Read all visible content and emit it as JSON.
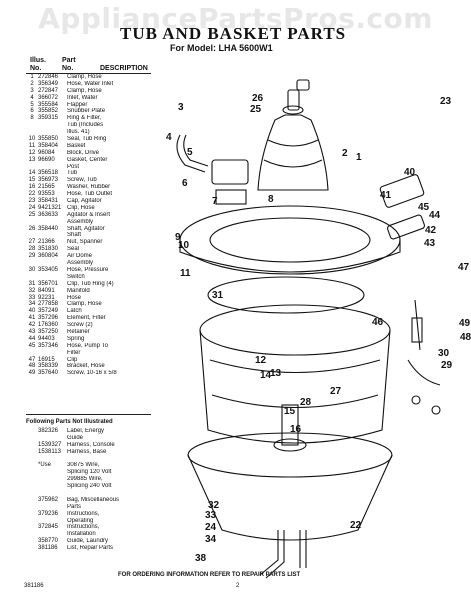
{
  "watermark": "AppliancePartsPros.com",
  "title": "TUB AND BASKET PARTS",
  "model_line": "For Model: LHA 5600W1",
  "headers": {
    "illus": "Illus.",
    "illus2": "No.",
    "part": "Part",
    "part2": "No.",
    "desc": "DESCRIPTION"
  },
  "parts": [
    {
      "n": "1",
      "p": "272846",
      "d": "Clamp, Hose"
    },
    {
      "n": "2",
      "p": "356349",
      "d": "Hose, Water Inlet"
    },
    {
      "n": "3",
      "p": "272847",
      "d": "Clamp, Hose"
    },
    {
      "n": "4",
      "p": "366072",
      "d": "Inlet, Water"
    },
    {
      "n": "5",
      "p": "355584",
      "d": "Flapper"
    },
    {
      "n": "6",
      "p": "355852",
      "d": "Snubber Plate"
    },
    {
      "n": "8",
      "p": "359315",
      "d": "Ring & Filter,"
    },
    {
      "n": "",
      "p": "",
      "d": "Tub (Includes"
    },
    {
      "n": "",
      "p": "",
      "d": "Illus. 41)"
    },
    {
      "n": "10",
      "p": "355850",
      "d": "Seal, Tub Ring"
    },
    {
      "n": "11",
      "p": "358404",
      "d": "Basket"
    },
    {
      "n": "12",
      "p": "96084",
      "d": "Block, Drive"
    },
    {
      "n": "13",
      "p": "96690",
      "d": "Gasket, Center"
    },
    {
      "n": "",
      "p": "",
      "d": "Post"
    },
    {
      "n": "14",
      "p": "356518",
      "d": "Tub"
    },
    {
      "n": "15",
      "p": "356973",
      "d": "Screw, Tub"
    },
    {
      "n": "16",
      "p": "21565",
      "d": "Washer, Rubber"
    },
    {
      "n": "22",
      "p": "93553",
      "d": "Hose, Tub Outlet"
    },
    {
      "n": "23",
      "p": "358431",
      "d": "Cap, Agitator"
    },
    {
      "n": "24",
      "p": "9421321",
      "d": "Clip, Hose"
    },
    {
      "n": "25",
      "p": "363633",
      "d": "Agitator & Insert"
    },
    {
      "n": "",
      "p": "",
      "d": "Assembly"
    },
    {
      "n": "26",
      "p": "358440",
      "d": "Shaft, Agitator"
    },
    {
      "n": "",
      "p": "",
      "d": "Shaft"
    },
    {
      "n": "27",
      "p": "21366",
      "d": "Nut, Spanner"
    },
    {
      "n": "28",
      "p": "351830",
      "d": "Seal"
    },
    {
      "n": "29",
      "p": "360804",
      "d": "Air Dome"
    },
    {
      "n": "",
      "p": "",
      "d": "Assembly"
    },
    {
      "n": "30",
      "p": "353405",
      "d": "Hose, Pressure"
    },
    {
      "n": "",
      "p": "",
      "d": "Switch"
    },
    {
      "n": "31",
      "p": "356701",
      "d": "Clip, Tub Ring (4)"
    },
    {
      "n": "32",
      "p": "84091",
      "d": "Manifold"
    },
    {
      "n": "33",
      "p": "92231",
      "d": "Hose"
    },
    {
      "n": "34",
      "p": "277858",
      "d": "Clamp, Hose"
    },
    {
      "n": "40",
      "p": "357249",
      "d": "Latch"
    },
    {
      "n": "41",
      "p": "357296",
      "d": "Element, Filter"
    },
    {
      "n": "42",
      "p": "176360",
      "d": "Screw (2)"
    },
    {
      "n": "43",
      "p": "357250",
      "d": "Retainer"
    },
    {
      "n": "44",
      "p": "94403",
      "d": "Spring"
    },
    {
      "n": "45",
      "p": "357346",
      "d": "Hose, Pump To"
    },
    {
      "n": "",
      "p": "",
      "d": "Filter"
    },
    {
      "n": "47",
      "p": "16915",
      "d": "Clip"
    },
    {
      "n": "48",
      "p": "358339",
      "d": "Bracket, Hose"
    },
    {
      "n": "49",
      "p": "357640",
      "d": "Screw, 10-16 x 5/8"
    }
  ],
  "not_illustrated_heading": "Following Parts Not Illustrated",
  "not_illustrated": [
    {
      "n": "",
      "p": "382326",
      "d": "Label, Energy"
    },
    {
      "n": "",
      "p": "",
      "d": "Guide"
    },
    {
      "n": "",
      "p": "1539327",
      "d": "Harness, Console"
    },
    {
      "n": "",
      "p": "1538113",
      "d": "Harness, Base"
    },
    {
      "n": "",
      "p": "",
      "d": ""
    },
    {
      "n": "",
      "p": "*Use",
      "d": "30875 Wire,"
    },
    {
      "n": "",
      "p": "",
      "d": "Splicing 120 Volt"
    },
    {
      "n": "",
      "p": "",
      "d": "299885 Wire,"
    },
    {
      "n": "",
      "p": "",
      "d": "Splicing 240 Volt"
    },
    {
      "n": "",
      "p": "",
      "d": ""
    },
    {
      "n": "",
      "p": "375962",
      "d": "Bag, Miscellaneous"
    },
    {
      "n": "",
      "p": "",
      "d": "Parts"
    },
    {
      "n": "",
      "p": "379236",
      "d": "Instructions,"
    },
    {
      "n": "",
      "p": "",
      "d": "Operating"
    },
    {
      "n": "",
      "p": "372845",
      "d": "Instructions,"
    },
    {
      "n": "",
      "p": "",
      "d": "Installation"
    },
    {
      "n": "",
      "p": "358770",
      "d": "Guide, Laundry"
    },
    {
      "n": "",
      "p": "381186",
      "d": "List, Repair Parts"
    }
  ],
  "footer": {
    "code": "381186",
    "page": "2",
    "note": "FOR ORDERING INFORMATION REFER TO REPAIR PARTS LIST"
  },
  "callouts": [
    "1",
    "2",
    "3",
    "4",
    "5",
    "6",
    "7",
    "8",
    "9",
    "10",
    "11",
    "12",
    "13",
    "14",
    "15",
    "16",
    "22",
    "23",
    "24",
    "25",
    "26",
    "27",
    "28",
    "29",
    "30",
    "31",
    "32",
    "33",
    "34",
    "38",
    "40",
    "41",
    "42",
    "43",
    "44",
    "45",
    "46",
    "47",
    "48",
    "49"
  ]
}
